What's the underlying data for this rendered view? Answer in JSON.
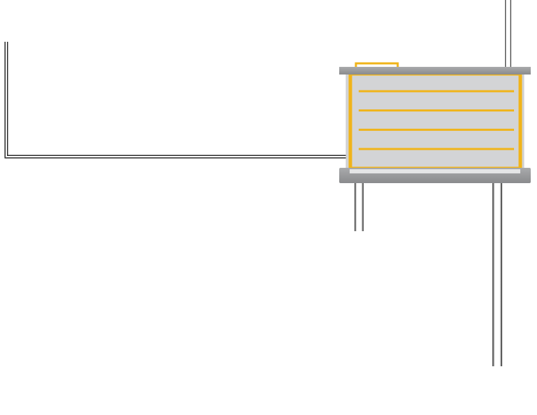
{
  "diagram": {
    "components": [
      {
        "name": "tank",
        "shape": "rectangular tank with horizontal internal tubes"
      },
      {
        "name": "inlet-pipe-left",
        "shape": "pipe"
      },
      {
        "name": "pipe-top-right",
        "shape": "pipe"
      },
      {
        "name": "pipe-bottom-left",
        "shape": "pipe"
      },
      {
        "name": "pipe-bottom-right",
        "shape": "pipe"
      }
    ],
    "tank_internal_tube_count": 4,
    "colors": {
      "background": "#ffffff",
      "tank_body": "#d3d4d6",
      "tank_frame": "#f0b41a",
      "tank_cap": "#9a9b9d",
      "tube": "#f0b41a",
      "pipe_outer": "#2a2a2a",
      "pipe_inner": "#ffffff"
    }
  }
}
